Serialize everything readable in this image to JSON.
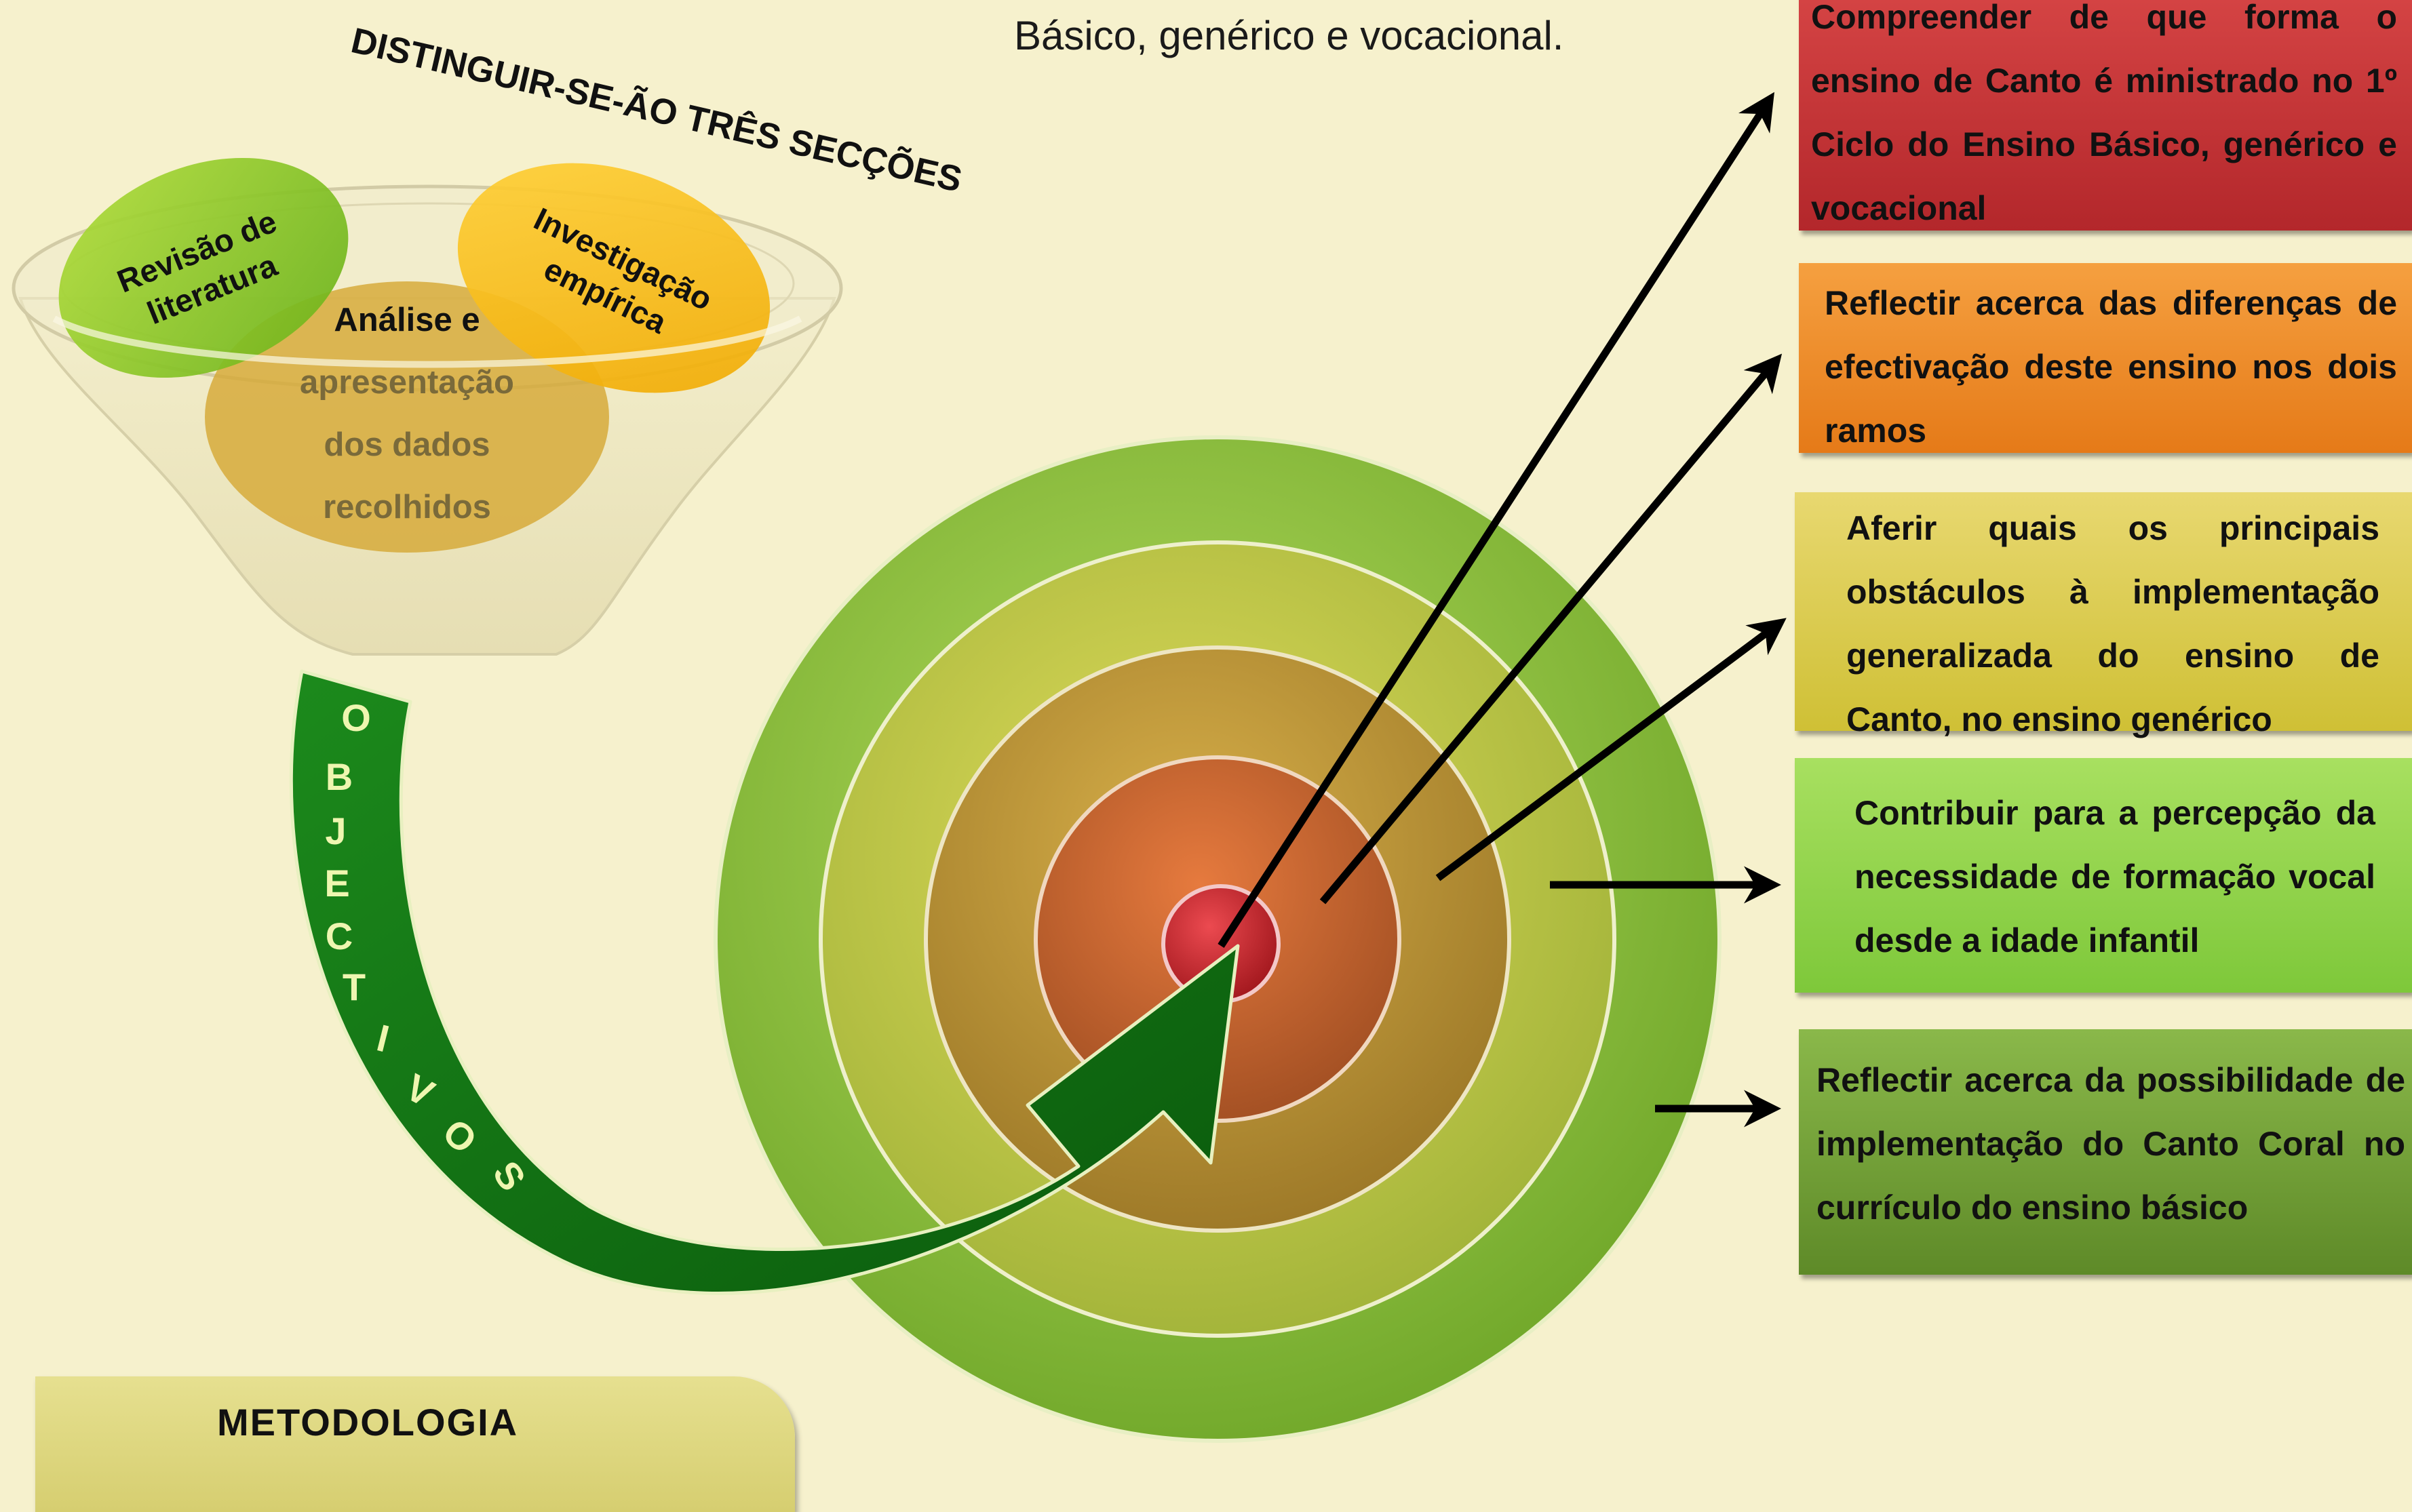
{
  "intro_text": "Básico, genérico e vocacional.",
  "sections": {
    "title": "DISTINGUIR-SE-ÃO TRÊS SECÇÕES",
    "literature_review": [
      "Revisão de",
      "literatura"
    ],
    "empirical_research": [
      "Investigação",
      "empírica"
    ],
    "data_analysis": [
      "Análise e",
      "apresentação",
      "dos dados",
      "recolhidos"
    ]
  },
  "objectives_arrow_letters": [
    "O",
    "B",
    "J",
    "E",
    "C",
    "T",
    "I",
    "V",
    "O",
    "S"
  ],
  "objectives": [
    {
      "text": "Compreender de que forma o ensino de Canto é ministrado no 1º Ciclo do Ensino Básico, genérico e vocacional",
      "color": "#c0302f"
    },
    {
      "text": "Reflectir acerca das diferenças de efectivação deste ensino nos dois ramos",
      "color": "#ee8a26"
    },
    {
      "text": "Aferir quais os principais obstáculos à implementação generalizada do ensino de Canto, no ensino genérico",
      "color": "#dccb4e"
    },
    {
      "text": "Contribuir para a percepção da necessidade de formação vocal desde a idade infantil",
      "color": "#92d24a"
    },
    {
      "text": "Reflectir acerca da possibilidade de implementação do Canto Coral no currículo do ensino básico",
      "color": "#76a236"
    }
  ],
  "methodology": {
    "label": "METODOLOGIA"
  },
  "colors": {
    "background": "#f6f1cd",
    "ring_outer": "#8fc43c",
    "ring_2": "#c8cb48",
    "ring_3": "#c89a3c",
    "ring_4": "#d7683a",
    "bullseye": "#d8323a",
    "objectives_arrow": "#0f6a12"
  }
}
